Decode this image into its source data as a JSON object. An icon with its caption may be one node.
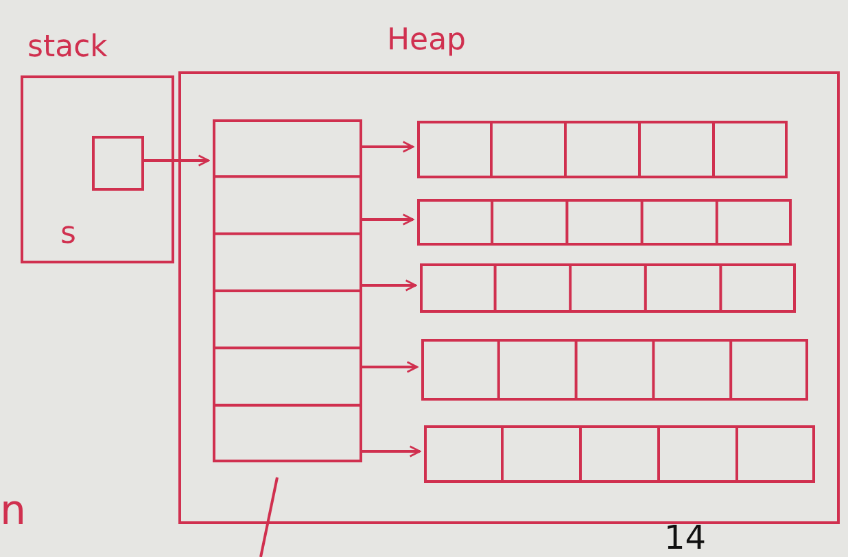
{
  "diagram": {
    "nodes": [
      {
        "text": [
          "stack"
        ]
      },
      {
        "text": [],
        "shape": "box",
        "in": 0,
        "beside": [
          "s"
        ]
      },
      {
        "text": [
          "Heap"
        ]
      },
      {
        "text": [],
        "shape": "box",
        "in": 2
      },
      {
        "text": [],
        "shape": "box",
        "in": 2
      },
      {
        "text": [],
        "shape": "box",
        "in": 2
      },
      {
        "text": [],
        "shape": "box",
        "in": 2
      },
      {
        "text": [],
        "shape": "box",
        "in": 2
      },
      {
        "text": [],
        "shape": "box",
        "in": 2
      }
    ],
    "edges": [
      {
        "from": 1,
        "to": 3,
        "arrow": "to"
      },
      {
        "from": 3,
        "to": 4,
        "arrow": "to"
      },
      {
        "from": 3,
        "to": 5,
        "arrow": "to"
      },
      {
        "from": 3,
        "to": 6,
        "arrow": "to"
      },
      {
        "from": 3,
        "to": 7,
        "arrow": "to"
      },
      {
        "from": 3,
        "to": 8,
        "arrow": "to"
      }
    ],
    "labels": [
      "n",
      "14"
    ]
  }
}
